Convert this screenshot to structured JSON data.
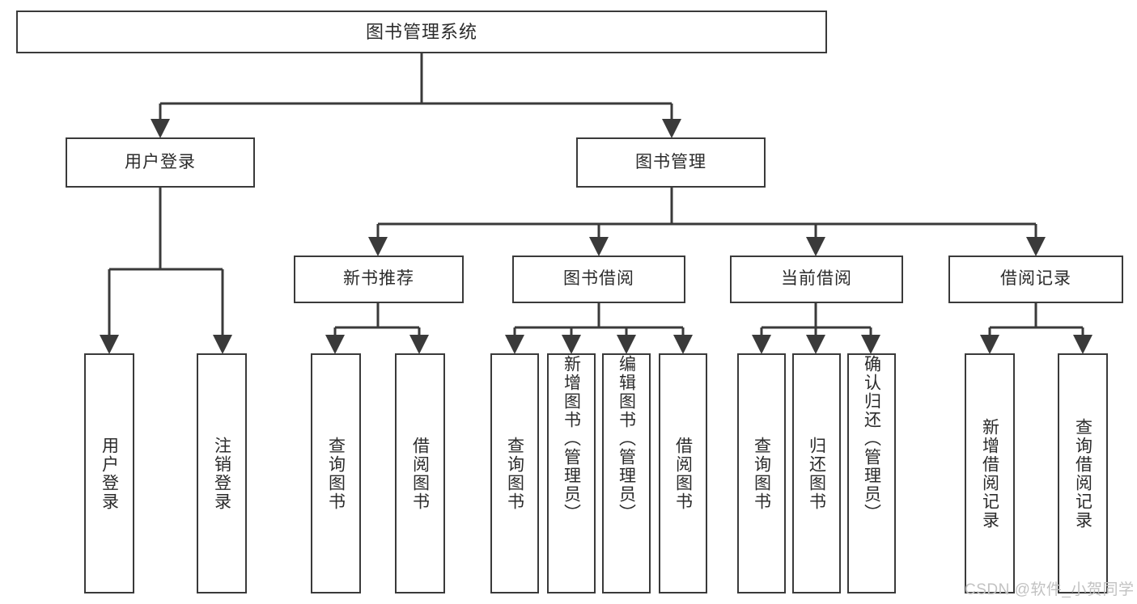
{
  "diagram": {
    "title": "图书管理系统",
    "type": "tree",
    "orientation": "top-down",
    "colors": {
      "border": "#3a3a3a",
      "background": "#ffffff",
      "text": "#2b2b2b",
      "edge": "#3a3a3a",
      "watermark": "#c2c2c2"
    },
    "nodes": {
      "root": {
        "label": "图书管理系统",
        "level": 0
      },
      "user_login": {
        "label": "用户登录",
        "level": 1
      },
      "book_manage": {
        "label": "图书管理",
        "level": 1
      },
      "new_book_rec": {
        "label": "新书推荐",
        "level": 2
      },
      "book_borrow": {
        "label": "图书借阅",
        "level": 2
      },
      "current_borrow": {
        "label": "当前借阅",
        "level": 2
      },
      "borrow_record": {
        "label": "借阅记录",
        "level": 2
      },
      "leaf_user_login": {
        "label": "用户登录",
        "level": 2
      },
      "leaf_user_logout": {
        "label": "注销登录",
        "level": 2
      },
      "leaf_query_book_1": {
        "label": "查询图书",
        "level": 3
      },
      "leaf_borrow_book_1": {
        "label": "借阅图书",
        "level": 3
      },
      "leaf_query_book_2": {
        "label": "查询图书",
        "level": 3
      },
      "leaf_add_book": {
        "label": "新增图书（管理员）",
        "level": 3
      },
      "leaf_edit_book": {
        "label": "编辑图书（管理员）",
        "level": 3
      },
      "leaf_borrow_book_2": {
        "label": "借阅图书",
        "level": 3
      },
      "leaf_query_book_3": {
        "label": "查询图书",
        "level": 3
      },
      "leaf_return_book": {
        "label": "归还图书",
        "level": 3
      },
      "leaf_confirm_return": {
        "label": "确认归还（管理员）",
        "level": 3
      },
      "leaf_add_record": {
        "label": "新增借阅记录",
        "level": 3
      },
      "leaf_query_record": {
        "label": "查询借阅记录",
        "level": 3
      }
    },
    "edges": [
      {
        "from": "root",
        "to": "user_login"
      },
      {
        "from": "root",
        "to": "book_manage"
      },
      {
        "from": "user_login",
        "to": "leaf_user_login"
      },
      {
        "from": "user_login",
        "to": "leaf_user_logout"
      },
      {
        "from": "book_manage",
        "to": "new_book_rec"
      },
      {
        "from": "book_manage",
        "to": "book_borrow"
      },
      {
        "from": "book_manage",
        "to": "current_borrow"
      },
      {
        "from": "book_manage",
        "to": "borrow_record"
      },
      {
        "from": "new_book_rec",
        "to": "leaf_query_book_1"
      },
      {
        "from": "new_book_rec",
        "to": "leaf_borrow_book_1"
      },
      {
        "from": "book_borrow",
        "to": "leaf_query_book_2"
      },
      {
        "from": "book_borrow",
        "to": "leaf_add_book"
      },
      {
        "from": "book_borrow",
        "to": "leaf_edit_book"
      },
      {
        "from": "book_borrow",
        "to": "leaf_borrow_book_2"
      },
      {
        "from": "current_borrow",
        "to": "leaf_query_book_3"
      },
      {
        "from": "current_borrow",
        "to": "leaf_return_book"
      },
      {
        "from": "current_borrow",
        "to": "leaf_confirm_return"
      },
      {
        "from": "borrow_record",
        "to": "leaf_add_record"
      },
      {
        "from": "borrow_record",
        "to": "leaf_query_record"
      }
    ]
  },
  "watermark": {
    "text": "CSDN @软件_小贺同学"
  }
}
